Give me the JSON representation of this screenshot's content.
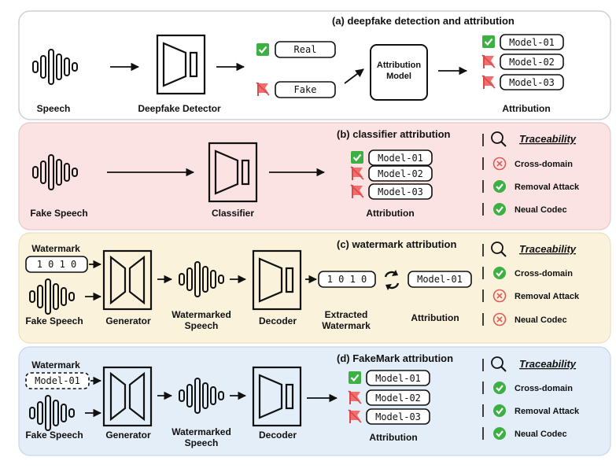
{
  "colors": {
    "panel_a_bg": "#ffffff",
    "panel_b_bg": "#fbe3e3",
    "panel_c_bg": "#fbf2dc",
    "panel_d_bg": "#e3eef8",
    "check_green": "#3cb043",
    "flag_red": "#f26d6d",
    "cross_red": "#e05a5a"
  },
  "panel_a": {
    "title": "(a)  deepfake detection and attribution",
    "speech_label": "Speech",
    "detector_label": "Deepfake  Detector",
    "real_label": "Real",
    "fake_label": "Fake",
    "model_line1": "Attribution",
    "model_line2": "Model",
    "models": [
      "Model-01",
      "Model-02",
      "Model-03"
    ],
    "attribution_label": "Attribution"
  },
  "panel_b": {
    "title": "(b)  classifier attribution",
    "speech_label": "Fake Speech",
    "classifier_label": "Classifier",
    "models": [
      "Model-01",
      "Model-02",
      "Model-03"
    ],
    "attribution_label": "Attribution",
    "traceability": {
      "title": "Traceability",
      "items": [
        {
          "label": "Cross-domain",
          "status": "cross"
        },
        {
          "label": "Removal Attack",
          "status": "check"
        },
        {
          "label": "Neual Codec",
          "status": "check"
        }
      ]
    }
  },
  "panel_c": {
    "title": "(c)  watermark attribution",
    "watermark_label": "Watermark",
    "watermark_value": "1 0 1 0",
    "speech_label": "Fake Speech",
    "generator_label": "Generator",
    "wm_speech_line1": "Watermarked",
    "wm_speech_line2": "Speech",
    "decoder_label": "Decoder",
    "extracted_value": "1 0 1 0",
    "extracted_line1": "Extracted",
    "extracted_line2": "Watermark",
    "model": "Model-01",
    "attribution_label": "Attribution",
    "traceability": {
      "title": "Traceability",
      "items": [
        {
          "label": "Cross-domain",
          "status": "check"
        },
        {
          "label": "Removal Attack",
          "status": "cross"
        },
        {
          "label": "Neual Codec",
          "status": "cross"
        }
      ]
    }
  },
  "panel_d": {
    "title": "(d)  FakeMark attribution",
    "watermark_label": "Watermark",
    "watermark_value": "Model-01",
    "speech_label": "Fake Speech",
    "generator_label": "Generator",
    "wm_speech_line1": "Watermarked",
    "wm_speech_line2": "Speech",
    "decoder_label": "Decoder",
    "models": [
      "Model-01",
      "Model-02",
      "Model-03"
    ],
    "attribution_label": "Attribution",
    "traceability": {
      "title": "Traceability",
      "items": [
        {
          "label": "Cross-domain",
          "status": "check"
        },
        {
          "label": "Removal Attack",
          "status": "check"
        },
        {
          "label": "Neual Codec",
          "status": "check"
        }
      ]
    }
  }
}
